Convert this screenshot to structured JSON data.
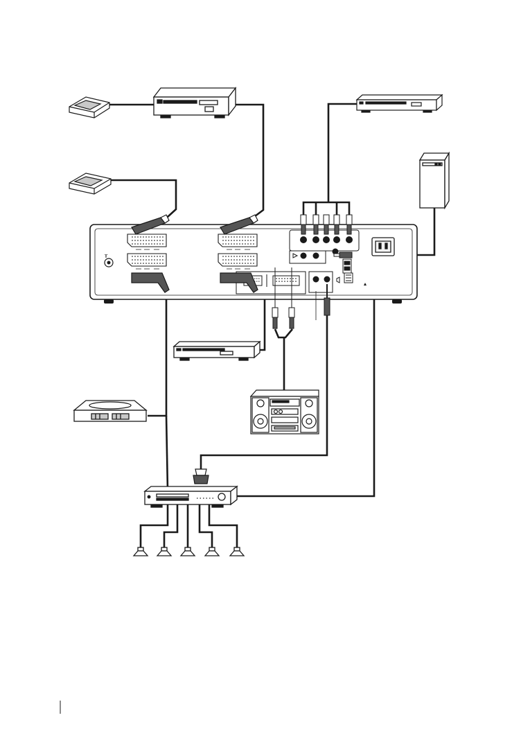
{
  "diagram": {
    "antenna_symbol": "╥",
    "equipment": [
      {
        "id": "modem-top",
        "icon": "modem-icon"
      },
      {
        "id": "vcr",
        "icon": "vcr-icon"
      },
      {
        "id": "dvd-player-top-right",
        "icon": "dvd-player-icon"
      },
      {
        "id": "modem-second",
        "icon": "modem-icon"
      },
      {
        "id": "pc-tower",
        "icon": "pc-tower-icon"
      },
      {
        "id": "tv-rear-panel",
        "icon": "tv-panel-icon"
      },
      {
        "id": "dvd-recorder-middle",
        "icon": "dvd-recorder-icon"
      },
      {
        "id": "game-console",
        "icon": "game-console-icon"
      },
      {
        "id": "hifi-system",
        "icon": "boombox-icon"
      },
      {
        "id": "headphones",
        "icon": "headphone-icon"
      },
      {
        "id": "av-receiver",
        "icon": "av-receiver-icon"
      },
      {
        "id": "speakers",
        "icon": "speaker-icon",
        "count": 5
      }
    ]
  },
  "colors": {
    "line": "#1a1a1a",
    "fill_light": "#f2f2f2",
    "fill_mid": "#c8c8c8",
    "fill_dark": "#555555"
  }
}
